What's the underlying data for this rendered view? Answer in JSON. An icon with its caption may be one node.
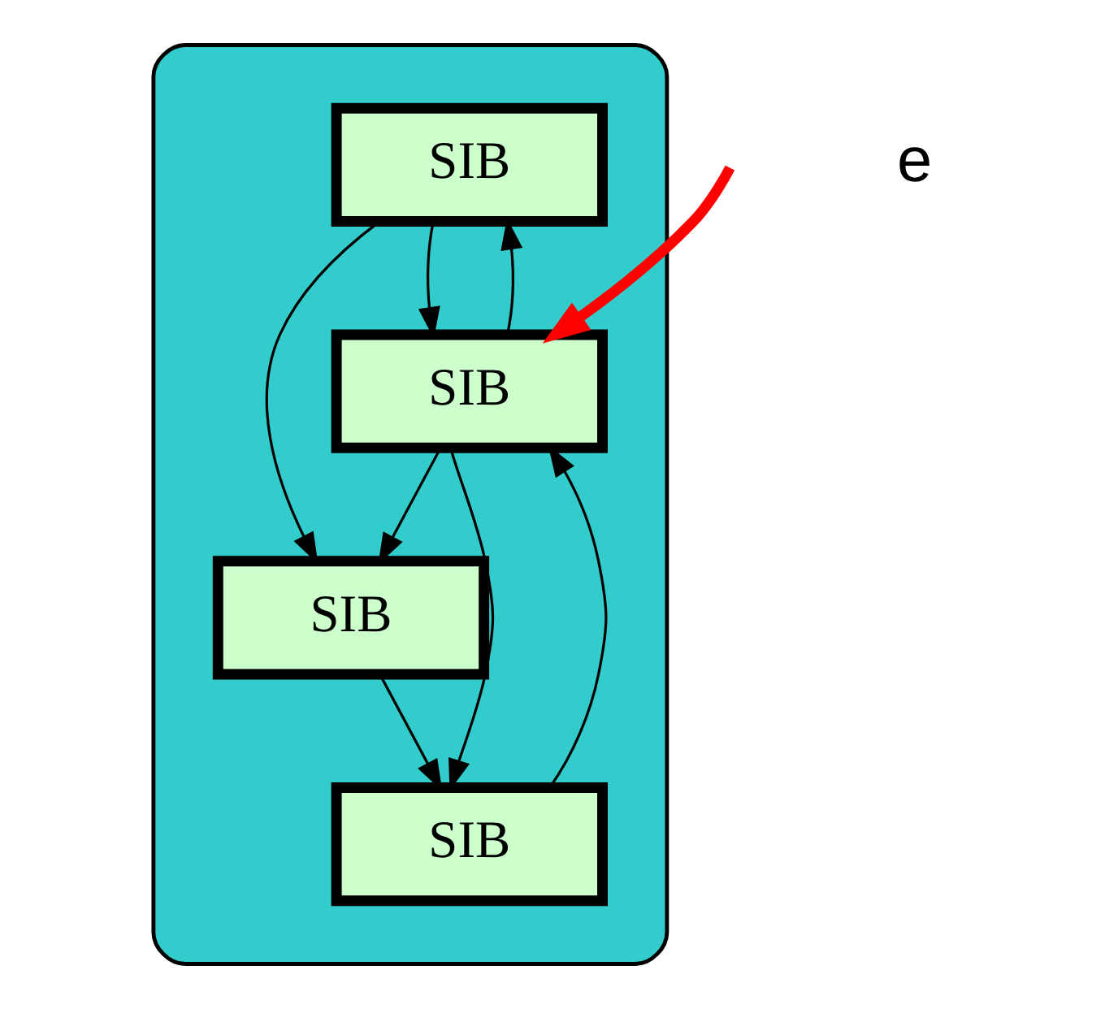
{
  "diagram": {
    "nodes": [
      {
        "text": [],
        "shape": "cloud"
      },
      {
        "text": [
          "SIB"
        ],
        "in": 0
      },
      {
        "text": [
          "SIB"
        ],
        "in": 0
      },
      {
        "text": [
          "SIB"
        ],
        "in": 0
      },
      {
        "text": [
          "SIB"
        ],
        "in": 0
      }
    ],
    "edges": [
      {
        "from": null,
        "to": 2,
        "arrow": "to",
        "style": "thick",
        "color": "#ff0000"
      },
      {
        "from": 2,
        "to": 1,
        "arrow": "to"
      },
      {
        "from": 1,
        "to": 2,
        "arrow": "to"
      },
      {
        "from": 1,
        "to": 3,
        "arrow": "to"
      },
      {
        "from": 2,
        "to": 3,
        "arrow": "to"
      },
      {
        "from": 3,
        "to": 4,
        "arrow": "to"
      },
      {
        "from": 4,
        "to": 2,
        "arrow": "to"
      },
      {
        "from": 2,
        "to": 4,
        "arrow": "to"
      }
    ],
    "labels": [
      "e"
    ]
  }
}
